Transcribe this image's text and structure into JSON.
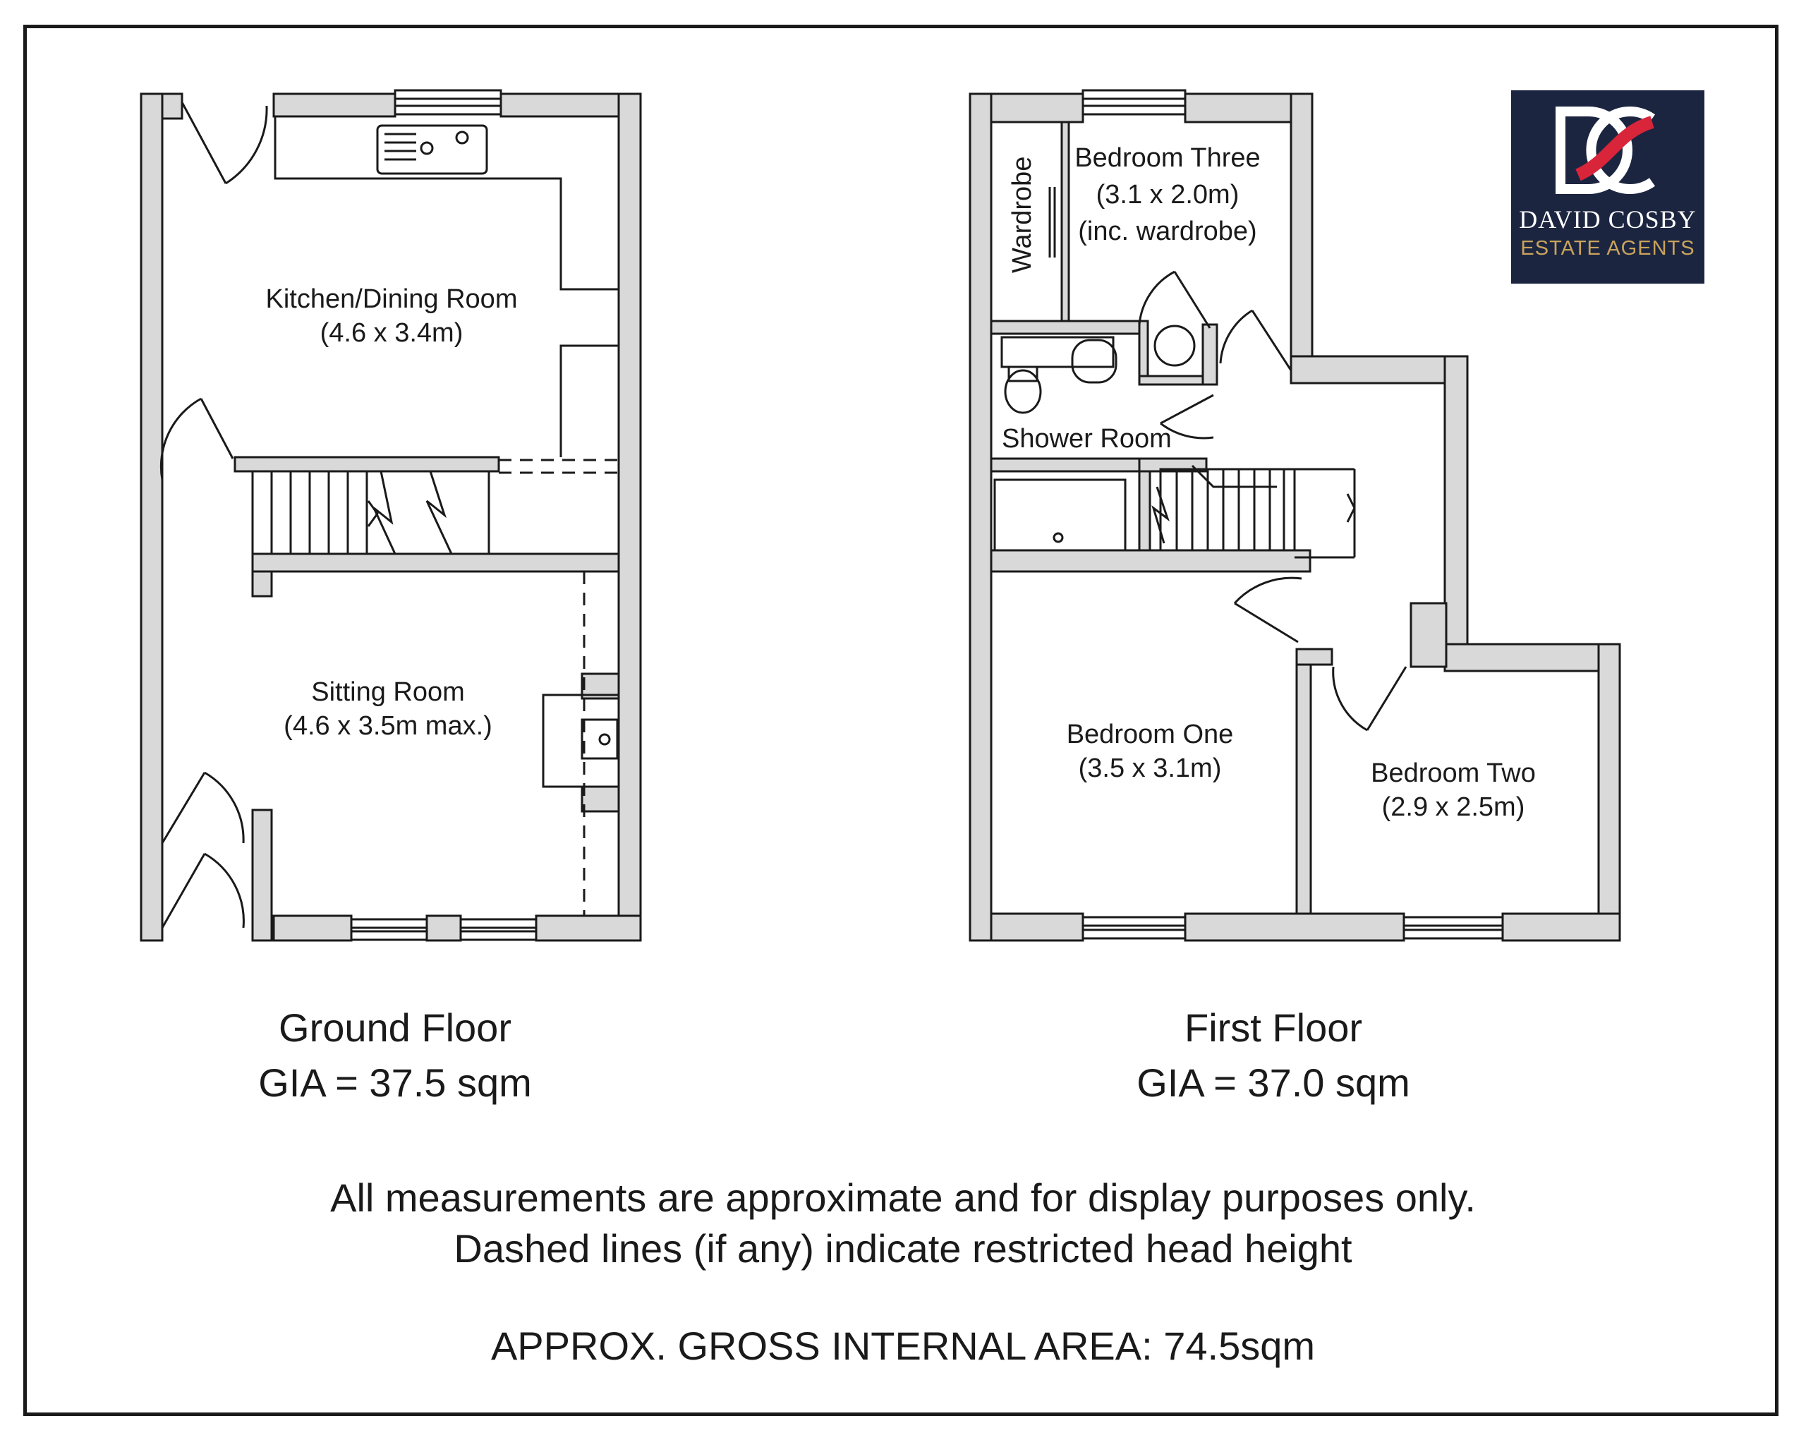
{
  "ground_floor": {
    "rooms": [
      {
        "name": "Kitchen/Dining Room",
        "size": "(4.6 x 3.4m)"
      },
      {
        "name": "Sitting Room",
        "size": "(4.6 x 3.5m max.)"
      }
    ],
    "caption": "Ground Floor",
    "gia": "GIA = 37.5 sqm"
  },
  "first_floor": {
    "rooms": [
      {
        "name": "Bedroom Three",
        "size": "(3.1 x 2.0m)",
        "note": "(inc. wardrobe)"
      },
      {
        "name": "Shower Room"
      },
      {
        "name": "Bedroom One",
        "size": "(3.5 x 3.1m)"
      },
      {
        "name": "Bedroom Two",
        "size": "(2.9 x 2.5m)"
      }
    ],
    "wardrobe_label": "Wardrobe",
    "caption": "First Floor",
    "gia": "GIA = 37.0 sqm"
  },
  "disclaimer": {
    "line1": "All  measurements are approximate and for display purposes only.",
    "line2": "Dashed lines (if any) indicate restricted head height",
    "total": "APPROX. GROSS INTERNAL AREA: 74.5sqm"
  },
  "logo": {
    "name": "DAVID COSBY",
    "tagline": "ESTATE AGENTS",
    "colors": {
      "background": "#1c2540",
      "red": "#d8253a",
      "gold": "#c9a45c"
    }
  },
  "colors": {
    "wall": "#d9d9d9",
    "stroke": "#1a1a1a"
  }
}
